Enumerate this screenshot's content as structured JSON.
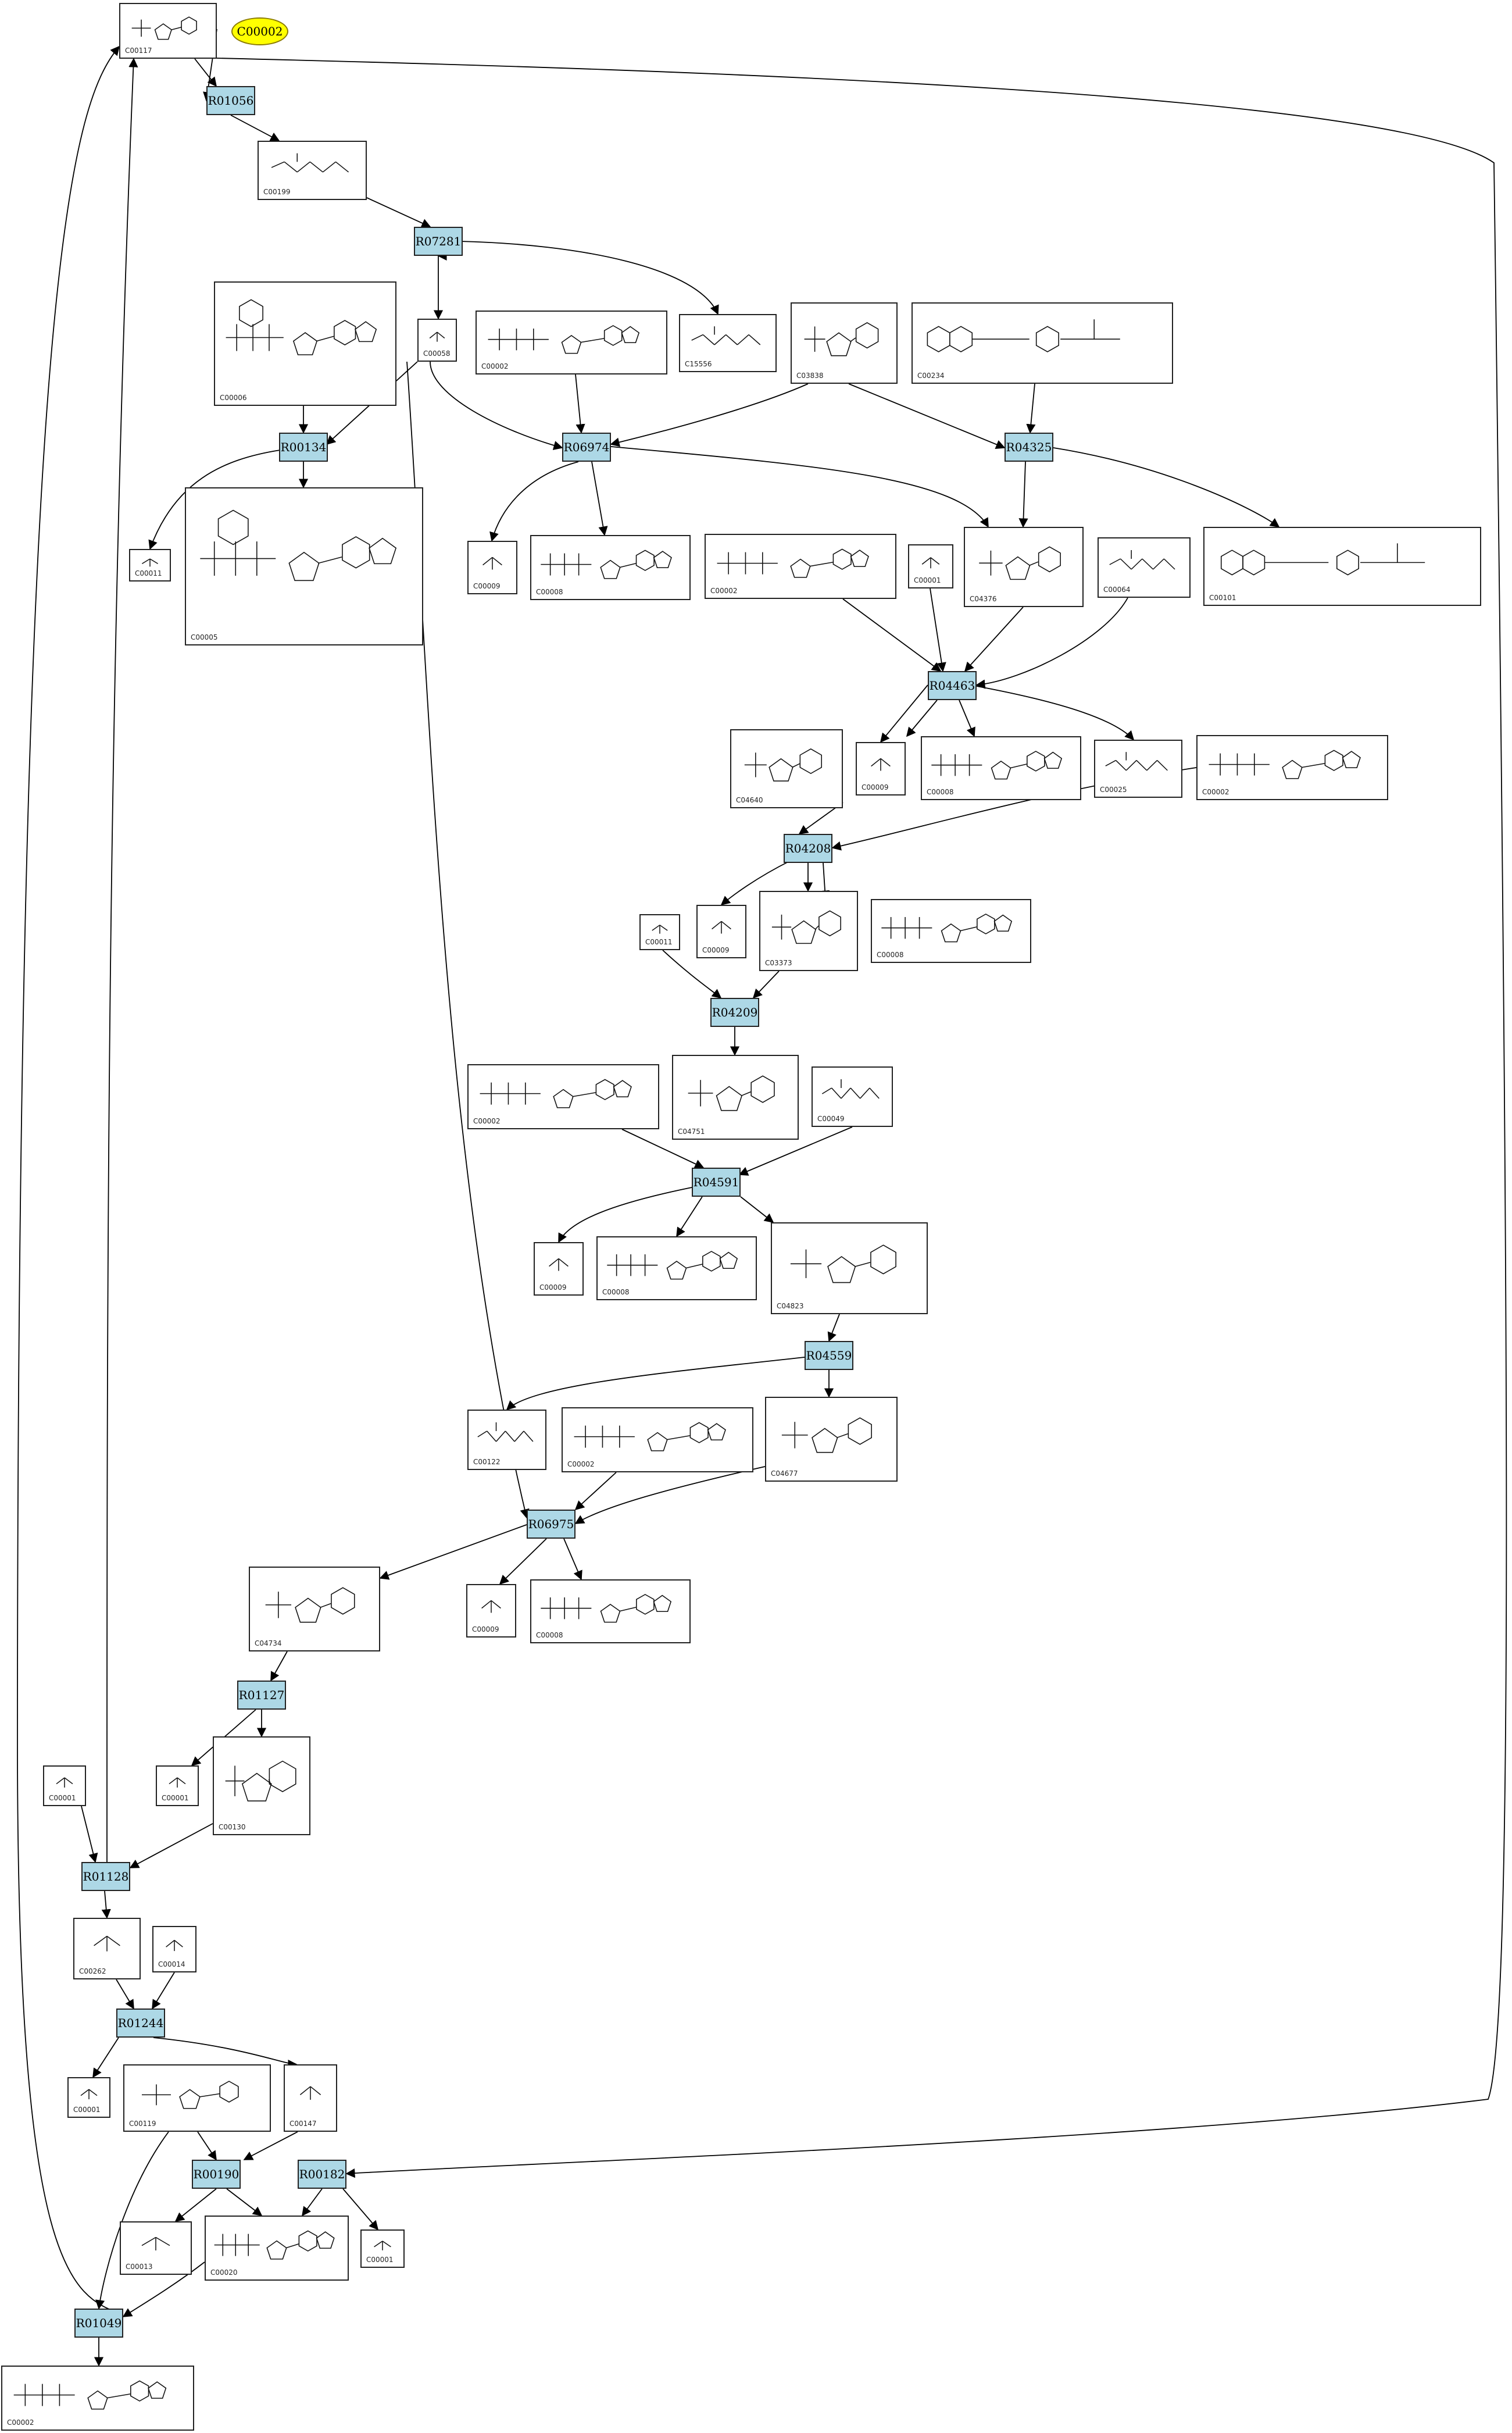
{
  "diagram": {
    "type": "metabolic-pathway",
    "start_label": "C00002",
    "reactions": [
      {
        "id": "R01056",
        "label": "R01056"
      },
      {
        "id": "R07281",
        "label": "R07281"
      },
      {
        "id": "R00134",
        "label": "R00134"
      },
      {
        "id": "R06974",
        "label": "R06974"
      },
      {
        "id": "R04325",
        "label": "R04325"
      },
      {
        "id": "R04463",
        "label": "R04463"
      },
      {
        "id": "R04208",
        "label": "R04208"
      },
      {
        "id": "R04209",
        "label": "R04209"
      },
      {
        "id": "R04591",
        "label": "R04591"
      },
      {
        "id": "R04559",
        "label": "R04559"
      },
      {
        "id": "R06975",
        "label": "R06975"
      },
      {
        "id": "R01127",
        "label": "R01127"
      },
      {
        "id": "R01128",
        "label": "R01128"
      },
      {
        "id": "R01244",
        "label": "R01244"
      },
      {
        "id": "R00190",
        "label": "R00190"
      },
      {
        "id": "R00182",
        "label": "R00182"
      },
      {
        "id": "R01049",
        "label": "R01049"
      }
    ],
    "compounds": [
      {
        "key": "c_C00117_top",
        "id": "C00117",
        "shape": "ribose-p"
      },
      {
        "key": "c_C00199",
        "id": "C00199",
        "shape": "chain-p"
      },
      {
        "key": "c_C00006",
        "id": "C00006",
        "shape": "nucleotide-big"
      },
      {
        "key": "c_C00058",
        "id": "C00058",
        "shape": "small"
      },
      {
        "key": "c_C00002_a",
        "id": "C00002",
        "shape": "nucleotide"
      },
      {
        "key": "c_C15556",
        "id": "C15556",
        "shape": "chain-p"
      },
      {
        "key": "c_C03838",
        "id": "C03838",
        "shape": "ribose-p"
      },
      {
        "key": "c_C00234",
        "id": "C00234",
        "shape": "folate"
      },
      {
        "key": "c_C00011_a",
        "id": "C00011",
        "shape": "small"
      },
      {
        "key": "c_C00005",
        "id": "C00005",
        "shape": "nucleotide-big"
      },
      {
        "key": "c_C00009_a",
        "id": "C00009",
        "shape": "small"
      },
      {
        "key": "c_C00008_a",
        "id": "C00008",
        "shape": "nucleotide"
      },
      {
        "key": "c_C00002_b",
        "id": "C00002",
        "shape": "nucleotide"
      },
      {
        "key": "c_C00001_a",
        "id": "C00001",
        "shape": "small"
      },
      {
        "key": "c_C04376",
        "id": "C04376",
        "shape": "ribose-p"
      },
      {
        "key": "c_C00064",
        "id": "C00064",
        "shape": "chain-p"
      },
      {
        "key": "c_C00101",
        "id": "C00101",
        "shape": "folate"
      },
      {
        "key": "c_C04640",
        "id": "C04640",
        "shape": "ribose-p"
      },
      {
        "key": "c_C00009_b",
        "id": "C00009",
        "shape": "small"
      },
      {
        "key": "c_C00008_b",
        "id": "C00008",
        "shape": "nucleotide"
      },
      {
        "key": "c_C00025",
        "id": "C00025",
        "shape": "chain-p"
      },
      {
        "key": "c_C00002_c",
        "id": "C00002",
        "shape": "nucleotide"
      },
      {
        "key": "c_C00011_b",
        "id": "C00011",
        "shape": "small"
      },
      {
        "key": "c_C00009_c",
        "id": "C00009",
        "shape": "small"
      },
      {
        "key": "c_C03373",
        "id": "C03373",
        "shape": "ribose-p"
      },
      {
        "key": "c_C00008_c",
        "id": "C00008",
        "shape": "nucleotide"
      },
      {
        "key": "c_C00002_d",
        "id": "C00002",
        "shape": "nucleotide"
      },
      {
        "key": "c_C04751",
        "id": "C04751",
        "shape": "ribose-p"
      },
      {
        "key": "c_C00049",
        "id": "C00049",
        "shape": "chain-p"
      },
      {
        "key": "c_C00009_d",
        "id": "C00009",
        "shape": "small"
      },
      {
        "key": "c_C00008_d",
        "id": "C00008",
        "shape": "nucleotide"
      },
      {
        "key": "c_C04823",
        "id": "C04823",
        "shape": "ribose-p"
      },
      {
        "key": "c_C00122",
        "id": "C00122",
        "shape": "chain-p"
      },
      {
        "key": "c_C00002_e",
        "id": "C00002",
        "shape": "nucleotide"
      },
      {
        "key": "c_C04677",
        "id": "C04677",
        "shape": "ribose-p"
      },
      {
        "key": "c_C04734",
        "id": "C04734",
        "shape": "ribose-p"
      },
      {
        "key": "c_C00009_e",
        "id": "C00009",
        "shape": "small"
      },
      {
        "key": "c_C00008_e",
        "id": "C00008",
        "shape": "nucleotide"
      },
      {
        "key": "c_C00001_b",
        "id": "C00001",
        "shape": "small"
      },
      {
        "key": "c_C00130",
        "id": "C00130",
        "shape": "ribose-p"
      },
      {
        "key": "c_C00001_c",
        "id": "C00001",
        "shape": "small"
      },
      {
        "key": "c_C00262",
        "id": "C00262",
        "shape": "small"
      },
      {
        "key": "c_C00014",
        "id": "C00014",
        "shape": "small"
      },
      {
        "key": "c_C00001_d",
        "id": "C00001",
        "shape": "small"
      },
      {
        "key": "c_C00119",
        "id": "C00119",
        "shape": "ribose-p"
      },
      {
        "key": "c_C00147",
        "id": "C00147",
        "shape": "small"
      },
      {
        "key": "c_C00013",
        "id": "C00013",
        "shape": "small"
      },
      {
        "key": "c_C00020",
        "id": "C00020",
        "shape": "nucleotide"
      },
      {
        "key": "c_C00001_e",
        "id": "C00001",
        "shape": "small"
      },
      {
        "key": "c_C00002_f",
        "id": "C00002",
        "shape": "nucleotide"
      }
    ]
  }
}
